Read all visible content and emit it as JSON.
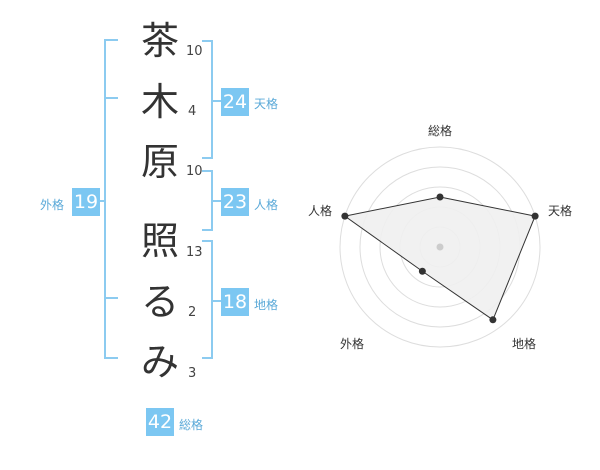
{
  "name": {
    "chars": [
      {
        "char": "茶",
        "strokes": "10"
      },
      {
        "char": "木",
        "strokes": "4"
      },
      {
        "char": "原",
        "strokes": "10"
      },
      {
        "char": "照",
        "strokes": "13"
      },
      {
        "char": "る",
        "strokes": "2"
      },
      {
        "char": "み",
        "strokes": "3"
      }
    ]
  },
  "kaku": {
    "tenkaku": {
      "label": "天格",
      "value": "24"
    },
    "jinkaku": {
      "label": "人格",
      "value": "23"
    },
    "chikaku": {
      "label": "地格",
      "value": "18"
    },
    "gaikaku": {
      "label": "外格",
      "value": "19"
    },
    "soukaku": {
      "label": "総格",
      "value": "42"
    }
  },
  "radar": {
    "axis_labels": {
      "top": "総格",
      "right": "天格",
      "bottom_right": "地格",
      "bottom_left": "外格",
      "left": "人格"
    },
    "levels": {
      "総格": 0.5,
      "天格": 1.0,
      "地格": 0.9,
      "外格": 0.3,
      "人格": 1.0
    },
    "colors": {
      "fill": "#f0f0f0",
      "stroke": "#333333",
      "grid": "#dddddd",
      "bracket": "#8ccbf0",
      "box": "#7cc7f2"
    }
  }
}
